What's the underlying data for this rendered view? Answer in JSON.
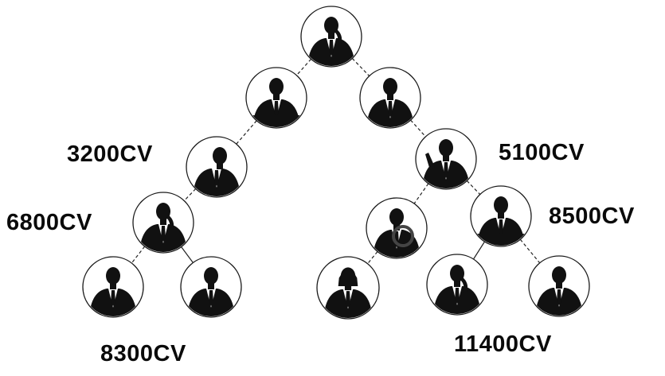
{
  "diagram": {
    "nodes": [
      {
        "id": "root",
        "icon": "businessman-phone-icon"
      },
      {
        "id": "left-1",
        "icon": "businessman-desk-icon"
      },
      {
        "id": "right-1",
        "icon": "businessman-icon"
      },
      {
        "id": "left-2",
        "icon": "businessman-side-icon"
      },
      {
        "id": "right-2",
        "icon": "businessman-gesture-icon"
      },
      {
        "id": "left-3",
        "icon": "businessman-phone-icon"
      },
      {
        "id": "right-3a",
        "icon": "businessman-dollar-icon"
      },
      {
        "id": "right-3b",
        "icon": "businessman-desk-icon"
      },
      {
        "id": "left-4a",
        "icon": "businessman-icon"
      },
      {
        "id": "left-4b",
        "icon": "businessman-icon"
      },
      {
        "id": "right-4a",
        "icon": "businesswoman-icon"
      },
      {
        "id": "right-4b",
        "icon": "businessman-phone-icon"
      },
      {
        "id": "right-4c",
        "icon": "businessman-icon"
      }
    ],
    "edges": [
      {
        "from": "root",
        "to": "left-1",
        "style": "dashed"
      },
      {
        "from": "root",
        "to": "right-1",
        "style": "dashed"
      },
      {
        "from": "left-1",
        "to": "left-2",
        "style": "dashed"
      },
      {
        "from": "right-1",
        "to": "right-2",
        "style": "dashed"
      },
      {
        "from": "left-2",
        "to": "left-3",
        "style": "dashed"
      },
      {
        "from": "right-2",
        "to": "right-3a",
        "style": "dashed"
      },
      {
        "from": "right-2",
        "to": "right-3b",
        "style": "dashed"
      },
      {
        "from": "left-3",
        "to": "left-4a",
        "style": "dashed"
      },
      {
        "from": "left-3",
        "to": "left-4b",
        "style": "solid"
      },
      {
        "from": "right-3a",
        "to": "right-4a",
        "style": "dashed"
      },
      {
        "from": "right-3b",
        "to": "right-4b",
        "style": "solid"
      },
      {
        "from": "right-3b",
        "to": "right-4c",
        "style": "dashed"
      }
    ],
    "labels": {
      "left_2": "3200CV",
      "right_2": "5100CV",
      "left_3": "6800CV",
      "right_3": "8500CV",
      "bottom_left": "8300CV",
      "bottom_right": "11400CV"
    }
  }
}
